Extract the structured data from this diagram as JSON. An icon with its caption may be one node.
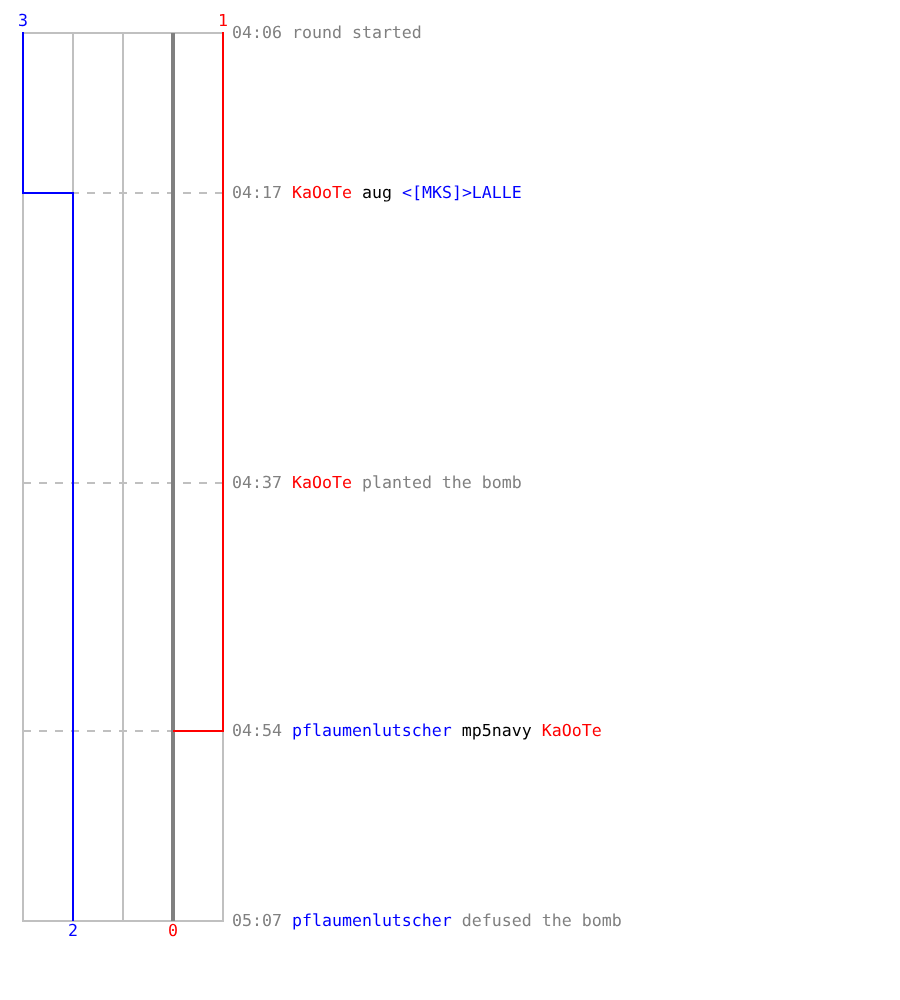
{
  "diagram": {
    "labels": [
      "3",
      "1",
      "04:06",
      "round started",
      "04:17",
      "KaOoTe",
      "aug",
      "<[MKS]>LALLE",
      "04:37",
      "KaOoTe",
      "planted the bomb",
      "04:54",
      "pflaumenlutscher",
      "mp5navy",
      "KaOoTe",
      "2",
      "0",
      "05:07",
      "pflaumenlutscher",
      "defused the bomb"
    ]
  }
}
